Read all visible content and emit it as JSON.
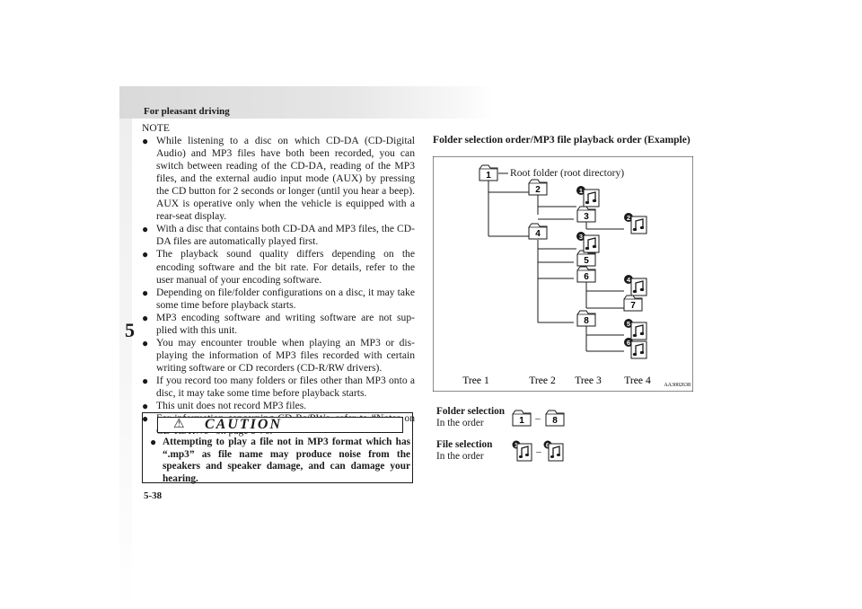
{
  "header": {
    "section_title": "For pleasant driving",
    "chapter_tab": "5",
    "page_number": "5-38"
  },
  "note": {
    "label": "NOTE",
    "items": [
      "While listening to a disc on which CD-DA (CD-Digital Audio) and MP3 files have both been recorded, you can switch between reading of the CD-DA, reading of the MP3 files, and the external audio input mode (AUX) by pressing the CD button for 2 seconds or longer (until you hear a beep). AUX is operative only when the vehicle is equipped with a rear-seat display.",
      "With a disc that contains both CD-DA and MP3 files, the CD-DA files are automatically played first.",
      "The playback sound quality differs depending on the encoding software and the bit rate. For details, refer to the user manual of your encoding software.",
      "Depending on file/folder configurations on a disc, it may take some time before playback starts.",
      "MP3 encoding software and writing software are not sup-plied with this unit.",
      "You may encounter trouble when playing an MP3 or dis-playing the information of MP3 files recorded with certain writing software or CD recorders (CD-R/RW drivers).",
      "If you record too many folders or files other than MP3 onto a disc, it may take some time before playback starts.",
      "This unit does not record MP3 files.",
      "For information concerning CD-Rs/RWs, refer to “Notes on CD-Rs/RWs” on page 5-76."
    ]
  },
  "caution": {
    "title": "CAUTION",
    "icon": "warning-triangle-icon",
    "text": "Attempting to play a file not in MP3 format which has “.mp3” as file name may produce noise from the speakers and speaker damage, and can damage your hearing."
  },
  "diagram": {
    "title": "Folder selection order/MP3 file playback order (Example)",
    "root_label": "Root folder (root directory)",
    "folders": [
      "1",
      "2",
      "3",
      "4",
      "5",
      "6",
      "7",
      "8"
    ],
    "files": [
      "1",
      "2",
      "3",
      "4",
      "5",
      "6"
    ],
    "tree_labels": [
      "Tree 1",
      "Tree 2",
      "Tree 3",
      "Tree 4"
    ],
    "code": "AA3002638"
  },
  "legend": {
    "folder_selection_label": "Folder selection",
    "folder_selection_sub": "In the order",
    "folder_range": [
      "1",
      "8"
    ],
    "file_selection_label": "File selection",
    "file_selection_sub": "In the order",
    "file_range": [
      "1",
      "6"
    ],
    "dash": "–"
  }
}
